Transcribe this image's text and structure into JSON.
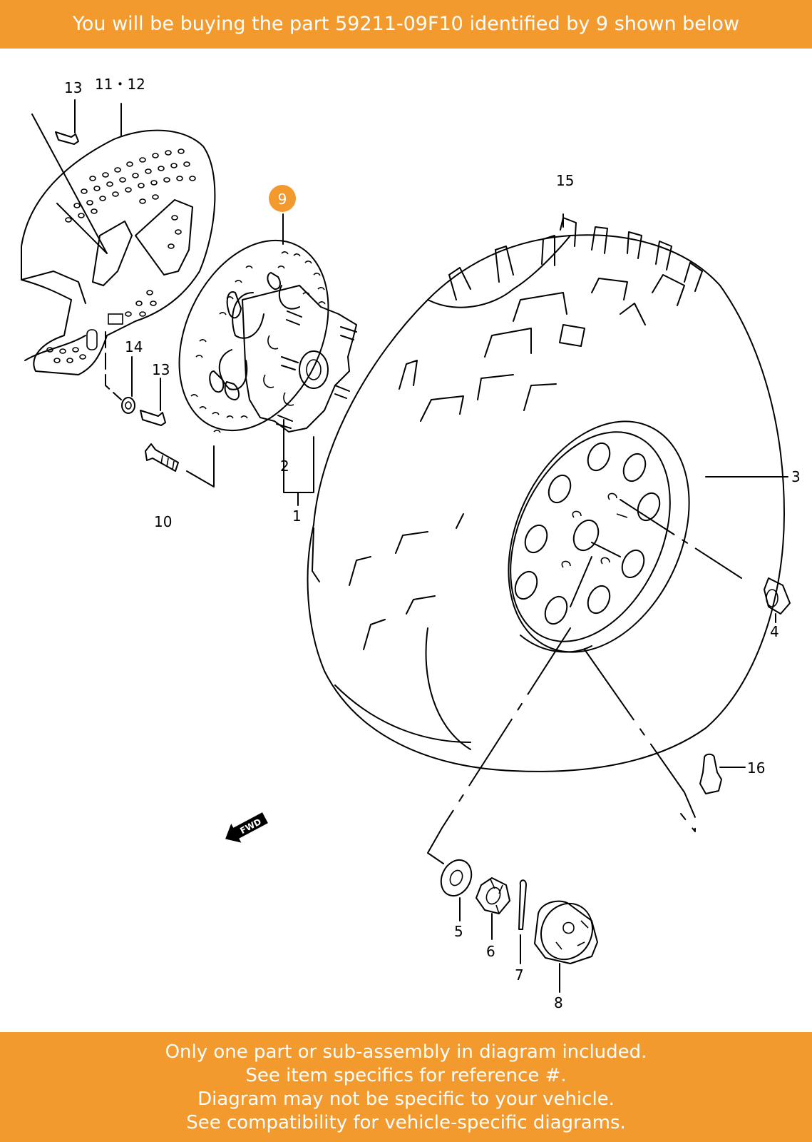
{
  "header": {
    "text": "You will be buying the part 59211-09F10 identified by 9 shown below",
    "accent": "#f39a2e"
  },
  "diagram": {
    "highlight": {
      "ref": "9",
      "color": "#f39a2e"
    },
    "labels": {
      "l13a": "13",
      "l11_12": "11・12",
      "l14": "14",
      "l13b": "13",
      "l10": "10",
      "l2": "2",
      "l1": "1",
      "l15": "15",
      "l3": "3",
      "l4": "4",
      "l16": "16",
      "l5": "5",
      "l6": "6",
      "l7": "7",
      "l8": "8"
    },
    "fwd_label": "FWD"
  },
  "footer": {
    "lines": [
      "Only one part or sub-assembly in diagram included.",
      "See item specifics for reference #.",
      "Diagram may not be specific to your vehicle.",
      "See compatibility for vehicle-specific diagrams."
    ]
  }
}
